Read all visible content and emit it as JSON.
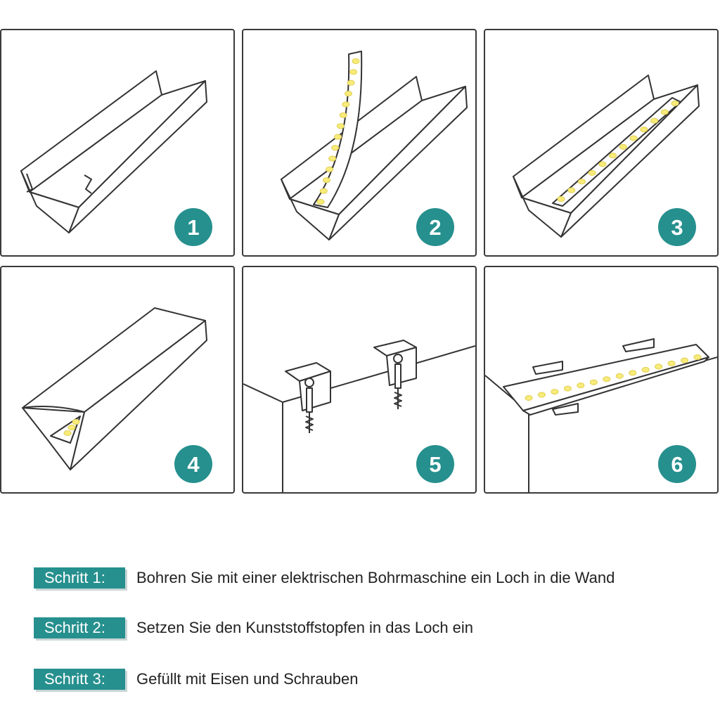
{
  "panels": [
    {
      "number": "1",
      "content": "channel-empty"
    },
    {
      "number": "2",
      "content": "channel-with-strip-insert"
    },
    {
      "number": "3",
      "content": "channel-with-strip"
    },
    {
      "number": "4",
      "content": "channel-with-cover"
    },
    {
      "number": "5",
      "content": "mounting-clips-screws"
    },
    {
      "number": "6",
      "content": "mounted-light"
    }
  ],
  "steps": [
    {
      "label": "Schritt 1:",
      "text": "Bohren Sie mit einer elektrischen Bohrmaschine ein Loch in die Wand"
    },
    {
      "label": "Schritt 2:",
      "text": "Setzen Sie den Kunststoffstopfen in das Loch ein"
    },
    {
      "label": "Schritt 3:",
      "text": "Gefüllt mit Eisen und Schrauben"
    }
  ],
  "colors": {
    "accent": "#26908e",
    "led": "#f7eb7a",
    "outline": "#333333"
  }
}
